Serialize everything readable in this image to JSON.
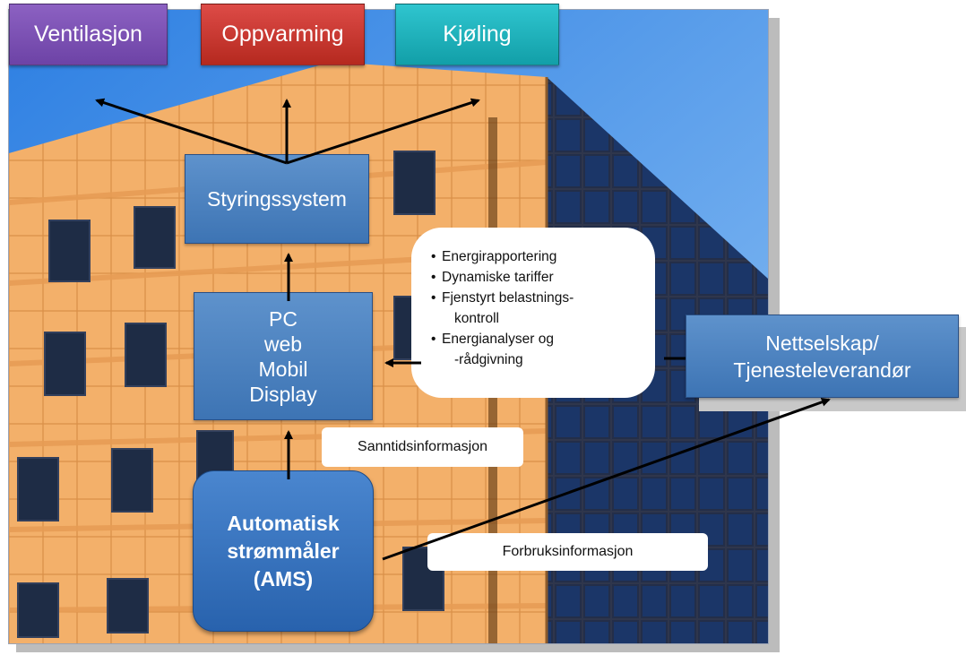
{
  "nodes": {
    "ventilasjon": "Ventilasjon",
    "oppvarming": "Oppvarming",
    "kjoling": "Kjøling",
    "styringssystem": "Styringssystem",
    "devices": [
      "PC",
      "web",
      "Mobil",
      "Display"
    ],
    "ams": [
      "Automatisk",
      "strømmåler",
      "(AMS)"
    ],
    "provider": [
      "Nettselskap/",
      "Tjenesteleverandør"
    ]
  },
  "services": {
    "items": [
      [
        "Energirapportering"
      ],
      [
        "Dynamiske tariffer"
      ],
      [
        "Fjenstyrt belastnings-",
        "kontroll"
      ],
      [
        "Energianalyser og",
        "-rådgivning"
      ]
    ]
  },
  "labels": {
    "sanntid": "Sanntidsinformasjon",
    "forbruk": "Forbruksinformasjon"
  },
  "colors": {
    "ventilasjon": "#7a52b3",
    "oppvarming": "#c9352e",
    "kjoling": "#1fb2bc",
    "blue_box": "#4a82c0",
    "arrow": "#000000"
  }
}
